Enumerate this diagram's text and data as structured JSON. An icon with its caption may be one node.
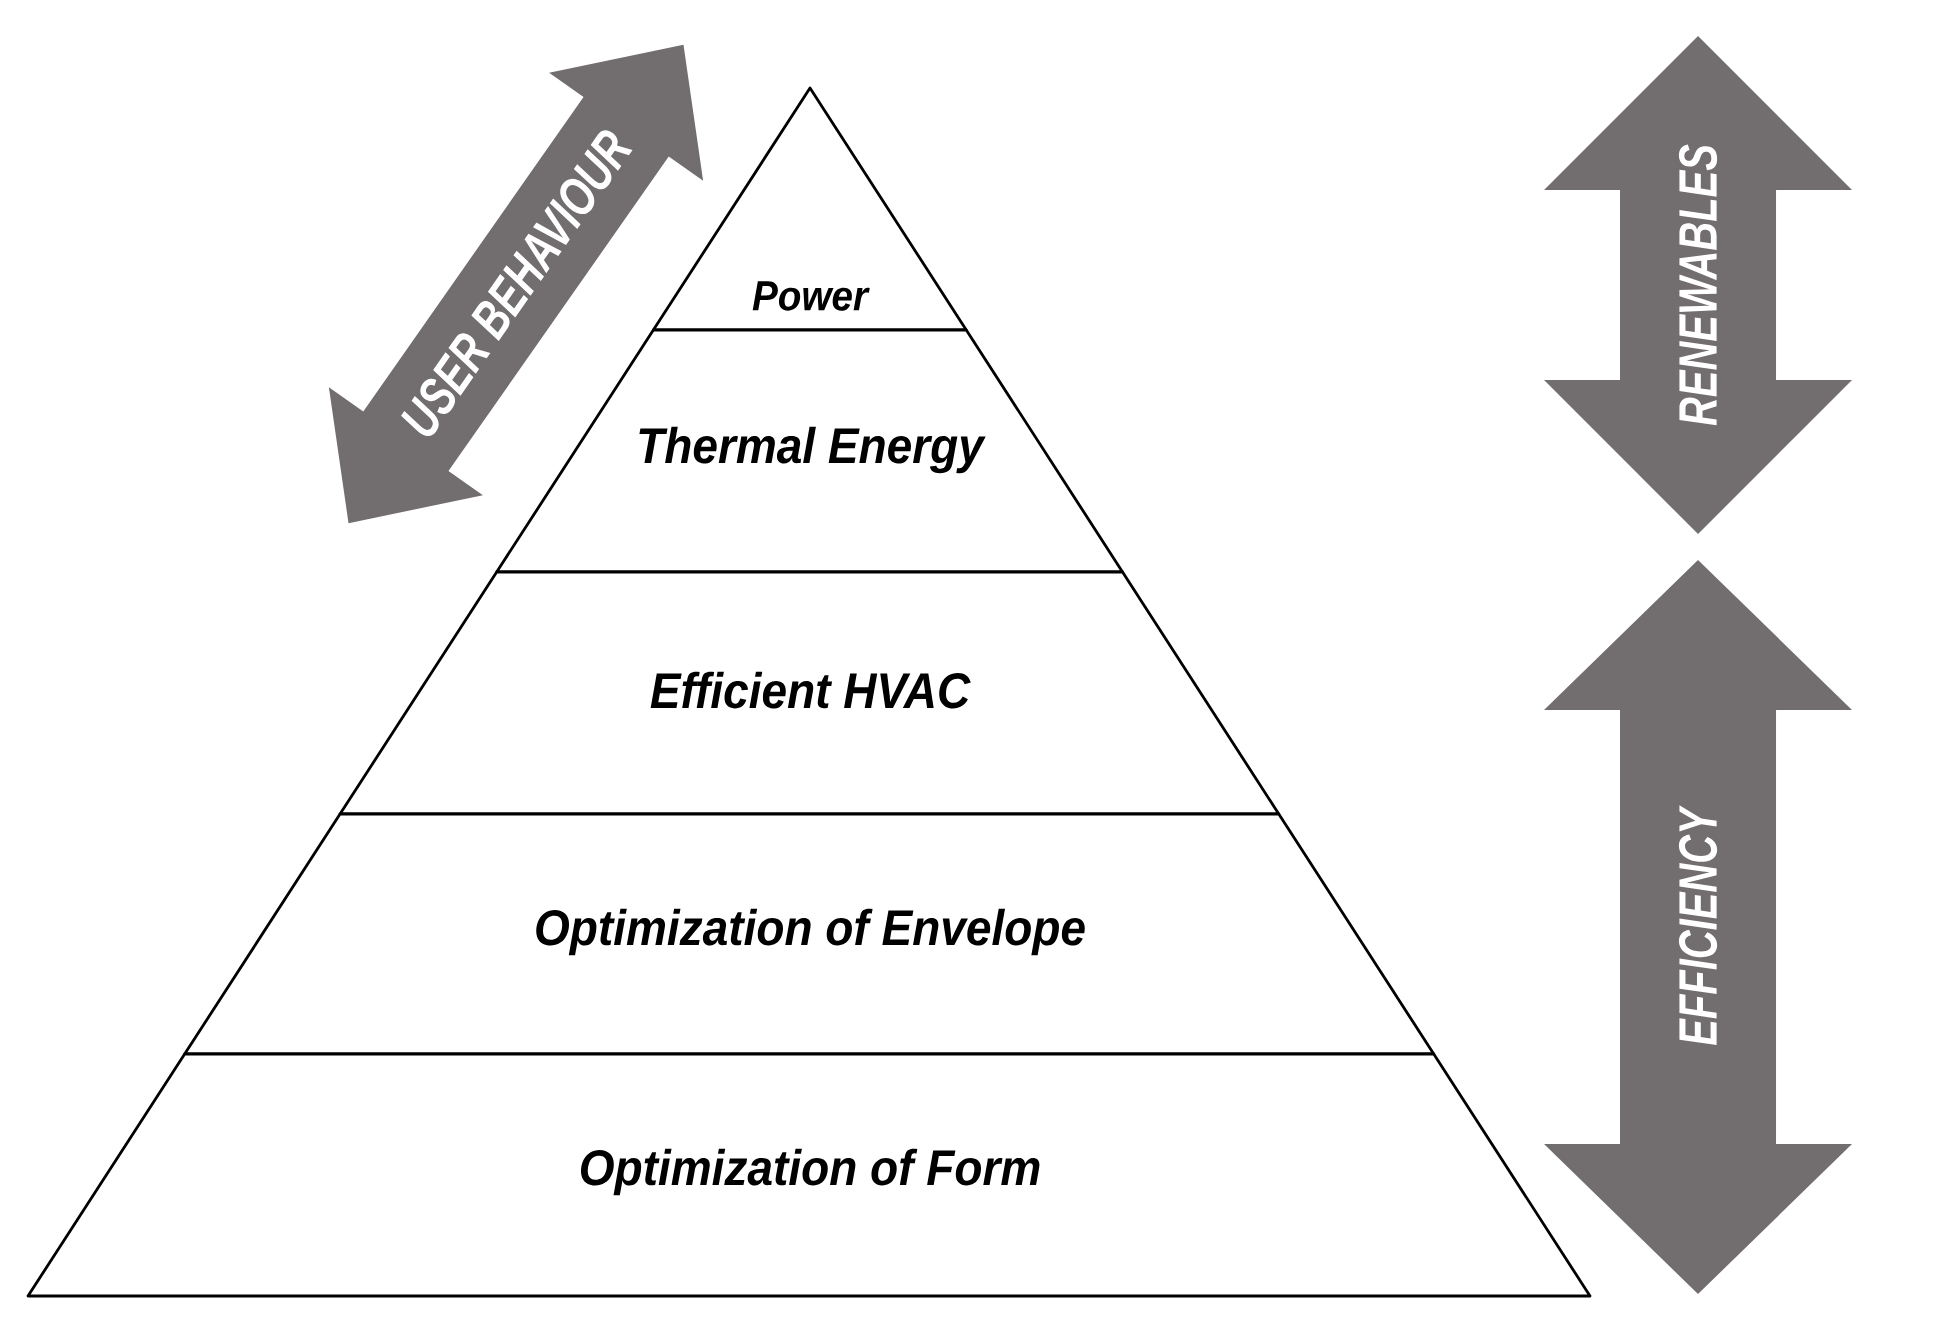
{
  "diagram": {
    "nodes": [
      {
        "text": [
          "Power"
        ]
      },
      {
        "text": [
          "Thermal Energy"
        ]
      },
      {
        "text": [
          "Efficient HVAC"
        ]
      },
      {
        "text": [
          "Optimization of Envelope"
        ]
      },
      {
        "text": [
          "Optimization of Form"
        ]
      }
    ],
    "labels": [
      "USER BEHAVIOUR",
      "RENEWABLES",
      "EFFICIENCY"
    ]
  }
}
